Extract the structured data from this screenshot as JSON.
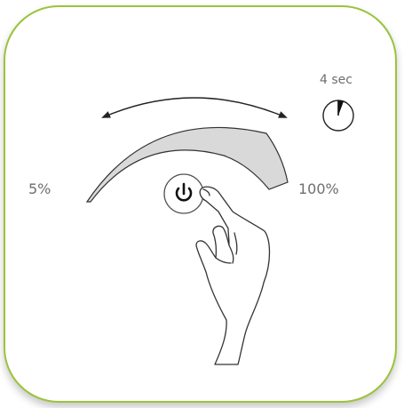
{
  "labels": {
    "min": "5%",
    "max": "100%",
    "hold_time": "4 sec"
  },
  "icons": {
    "power": "power-icon",
    "timer": "stopwatch-icon",
    "hand": "hand-icon",
    "arrow": "double-arrow-icon"
  },
  "colors": {
    "border": "#9bc33c",
    "label_text": "#6e6e6e",
    "arc_fill": "#d9d9d9",
    "line": "#222222"
  }
}
